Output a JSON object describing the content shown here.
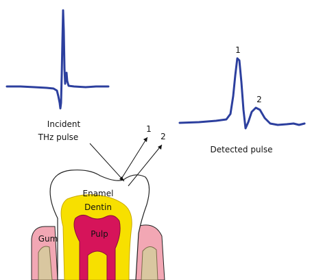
{
  "labels": {
    "incident_line1": "Incident",
    "incident_line2": "THz pulse",
    "detected": "Detected pulse",
    "ray1": "1",
    "ray2": "2",
    "peak1": "1",
    "peak2": "2",
    "enamel": "Enamel",
    "dentin": "Dentin",
    "pulp": "Pulp",
    "gum": "Gum"
  },
  "colors": {
    "waveform": "#2c3f9e",
    "enamel": "#ffffff",
    "dentin": "#f7e000",
    "pulp": "#d6145a",
    "gum": "#f2a7b4",
    "bone": "#d9c7a0",
    "outline": "#222222"
  }
}
